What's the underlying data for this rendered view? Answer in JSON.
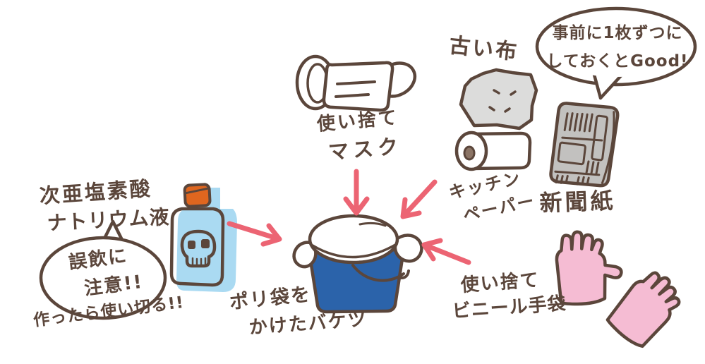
{
  "illustration": {
    "colors": {
      "background": "#ffffff",
      "outline": "#5b463b",
      "text": "#5b463b",
      "arrow": "#ec6473",
      "bottle_blue": "#aadaf2",
      "cap_orange": "#df661f",
      "bucket_blue": "#2b63aa",
      "glove_pink": "#f5bcd3",
      "cloth_gray": "#dcdcdb",
      "newspaper_gray": "#c2c1bf",
      "roll_core_brown": "#8b7465",
      "white": "#ffffff"
    },
    "labels": {
      "mask_line1": "使い捨て",
      "mask_line2": "マスク",
      "old_cloth": "古い布",
      "kitchen_paper_line1": "キッチン",
      "kitchen_paper_line2": "ペーパー",
      "newspaper": "新聞紙",
      "tip_line1": "事前に1枚ずつに",
      "tip_line2": "しておくとGood!",
      "bleach_line1": "次亜塩素酸",
      "bleach_line2": "ナトリウム液",
      "warning_line1": "誤飲に",
      "warning_line2": "注意!!",
      "use_up_note": "作ったら使い切る!!",
      "bucket_line1": "ポリ袋を",
      "bucket_line2": "かけたバケツ",
      "gloves_line1": "使い捨て",
      "gloves_line2": "ビニール手袋"
    },
    "icons": [
      "disposable-mask-drawing",
      "old-cloth-drawing",
      "kitchen-paper-roll-drawing",
      "newspaper-drawing",
      "speech-bubble",
      "bleach-bottle-drawing",
      "skull-icon",
      "bucket-with-plastic-bag-drawing",
      "vinyl-gloves-drawing",
      "arrow-icons-pointing-to-bucket"
    ]
  }
}
